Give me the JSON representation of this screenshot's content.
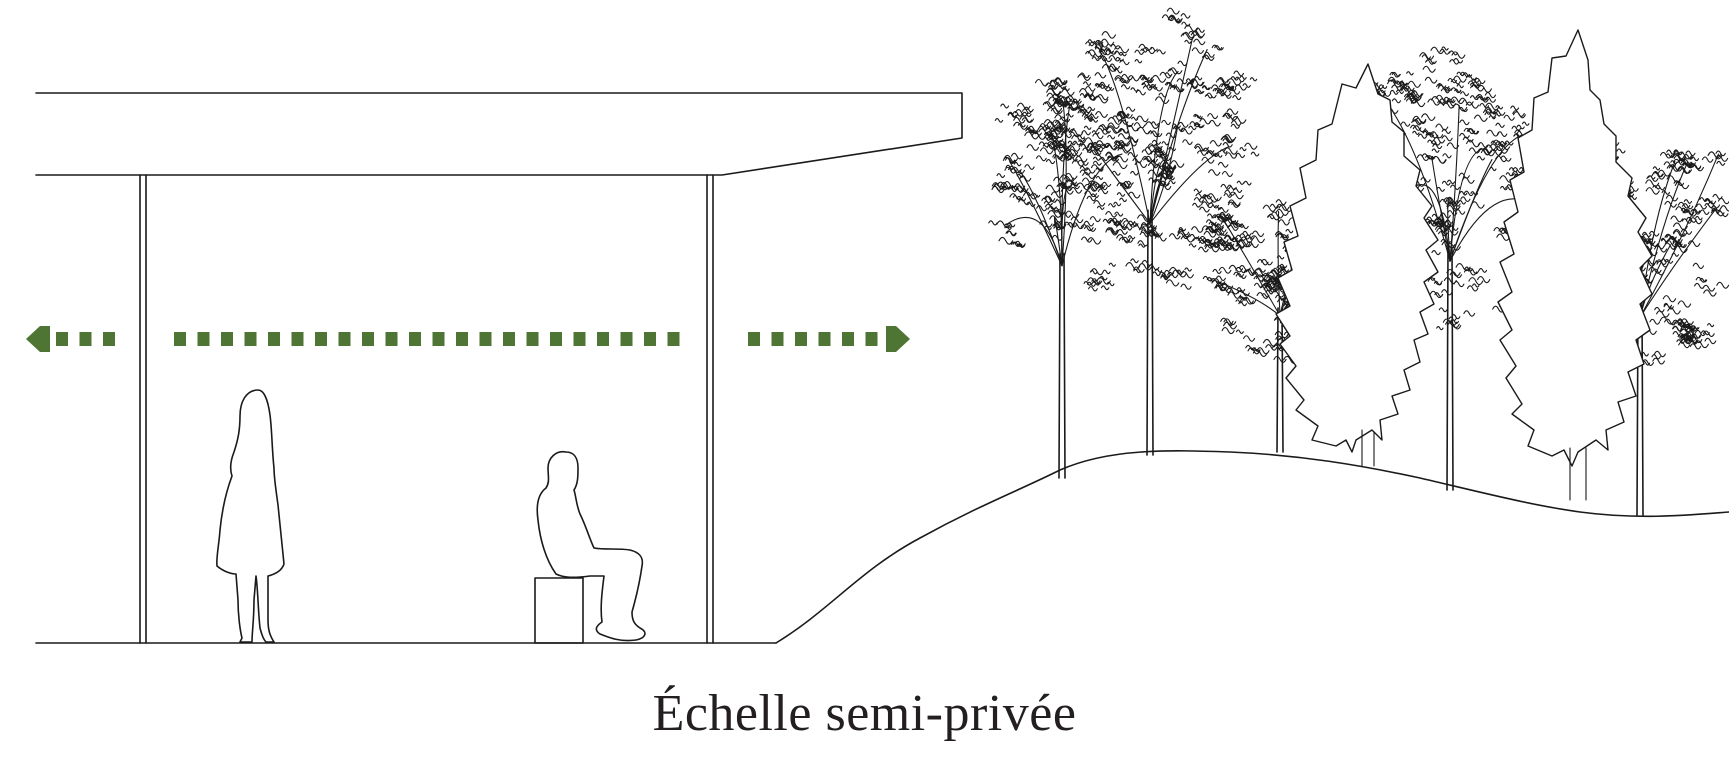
{
  "caption": "Échelle semi-privée",
  "colors": {
    "accent_green": "#4e7534",
    "line": "#1a1a1a",
    "background": "#ffffff"
  },
  "figures": {
    "standing": "standing-woman-silhouette",
    "seated": "seated-man-silhouette"
  },
  "icons": [
    "arrow-left-icon",
    "arrow-right-icon",
    "tree-icon"
  ]
}
